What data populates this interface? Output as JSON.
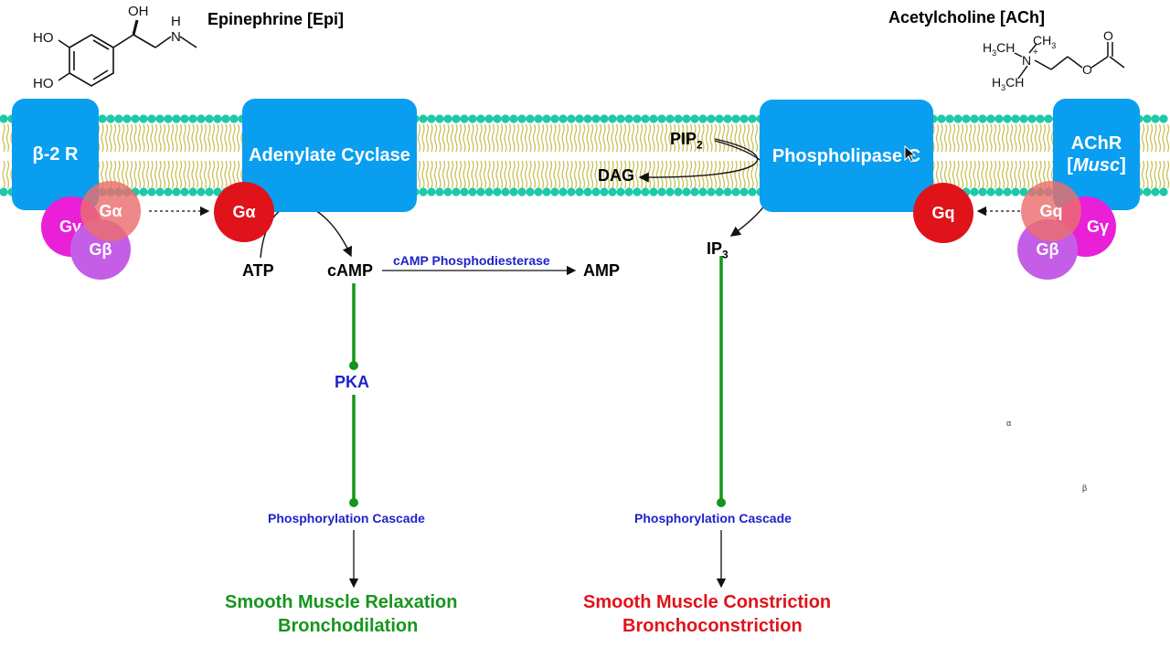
{
  "colors": {
    "membrane_dot": "#1cc9a8",
    "membrane_tail": "#c8c05a",
    "box": "#0a9ef0",
    "g_alpha": "#e0131a",
    "g_gamma": "#ea1fd8",
    "g_beta": "#c45ee6",
    "arrow_green": "#16951c",
    "text_blue": "#1f22c9",
    "text_red": "#e0131a",
    "text_green": "#16951c"
  },
  "ligands": {
    "epi_title": "Epinephrine [Epi]",
    "ach_title": "Acetylcholine [ACh]",
    "epi_structure": {
      "ho1": "HO",
      "ho2": "HO",
      "oh": "OH",
      "n": "N",
      "h": "H"
    },
    "ach_structure": {
      "ch3_a": "CH",
      "ch3_b": "CH",
      "ch3_c": "CH",
      "sub3": "3",
      "n": "N",
      "plus": "+",
      "o1": "O",
      "o2": "O"
    }
  },
  "proteins": {
    "b2r": "β-2 R",
    "adenylate": "Adenylate Cyclase",
    "plc": "Phospholipase C",
    "achr_line1": "AChR",
    "achr_line2": "Musc"
  },
  "gproteins": {
    "left_ga": "Gα",
    "left_gg": "Gγ",
    "left_gb": "Gβ",
    "free_ga": "Gα",
    "free_gq": "Gq",
    "right_gq": "Gq",
    "right_gg": "Gγ",
    "right_gb": "Gβ"
  },
  "left_path": {
    "atp": "ATP",
    "camp": "cAMP",
    "enzyme": "cAMP Phosphodiesterase",
    "amp": "AMP",
    "pka": "PKA",
    "cascade": "Phosphorylation Cascade",
    "outcome1": "Smooth Muscle Relaxation",
    "outcome2": "Bronchodilation"
  },
  "right_path": {
    "pip": "PIP",
    "pip_sub": "2",
    "dag": "DAG",
    "ip": "IP",
    "ip_sub": "3",
    "cascade": "Phosphorylation Cascade",
    "outcome1": "Smooth Muscle Constriction",
    "outcome2": "Bronchoconstriction"
  },
  "stray": {
    "alpha": "α",
    "beta": "β"
  }
}
